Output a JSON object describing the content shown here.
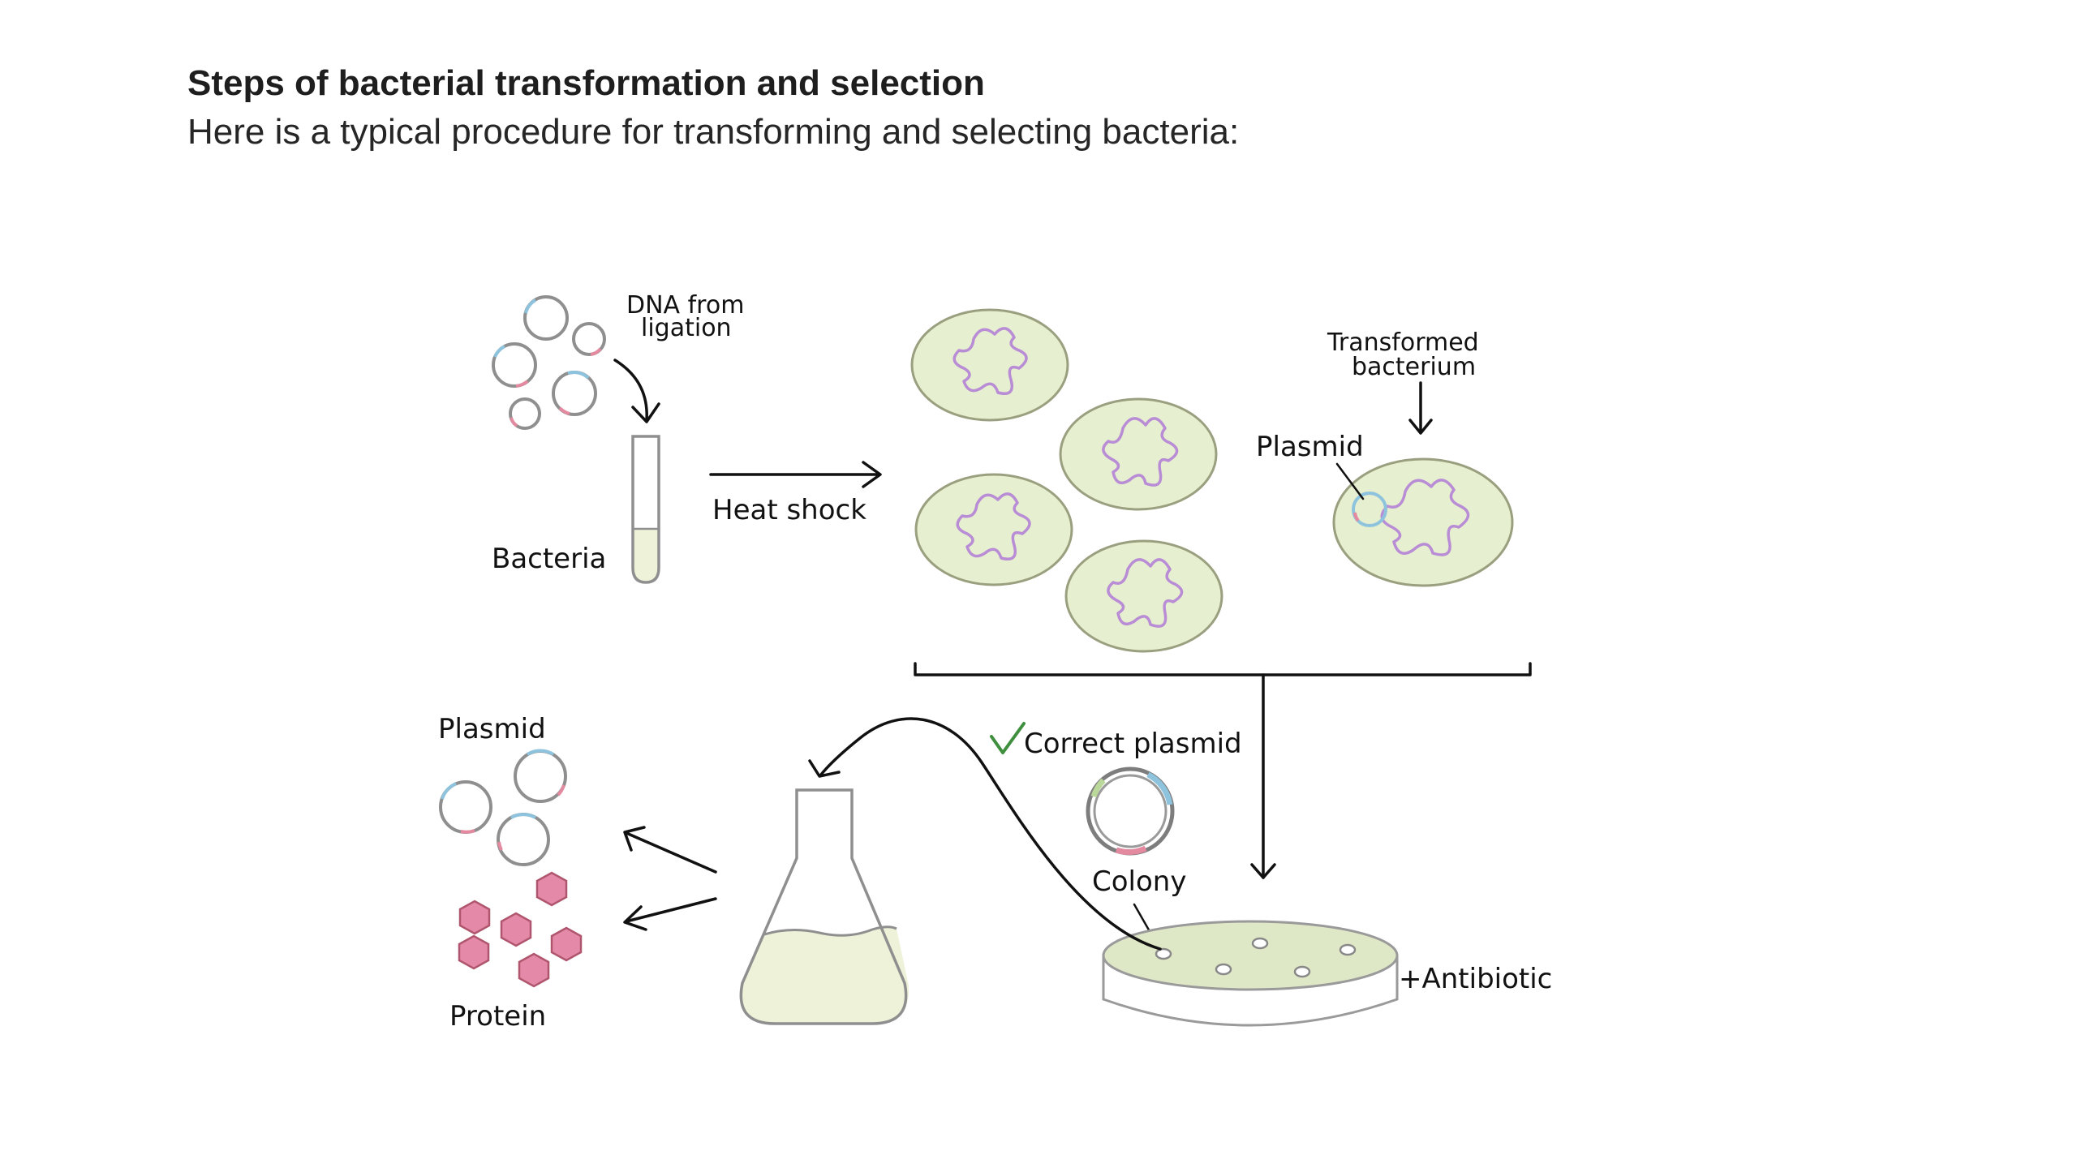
{
  "header": {
    "title": "Steps of bacterial transformation and selection",
    "subtitle": "Here is a typical procedure for transforming and selecting bacteria:"
  },
  "diagram": {
    "labels": {
      "dna_from_ligation_line1": "DNA from",
      "dna_from_ligation_line2": "ligation",
      "bacteria": "Bacteria",
      "heat_shock": "Heat shock",
      "transformed_line1": "Transformed",
      "transformed_line2": "bacterium",
      "plasmid_transformed": "Plasmid",
      "correct_plasmid": "Correct plasmid",
      "colony": "Colony",
      "antibiotic": "+Antibiotic",
      "plasmid_output": "Plasmid",
      "protein": "Protein"
    },
    "colors": {
      "cell_fill": "#e6efcf",
      "chromosome": "#b98cd6",
      "plasmid_accent_blue": "#8ec3de",
      "plasmid_accent_pink": "#e48aa0",
      "protein": "#e48aa8",
      "check": "#3f8f3f"
    }
  }
}
